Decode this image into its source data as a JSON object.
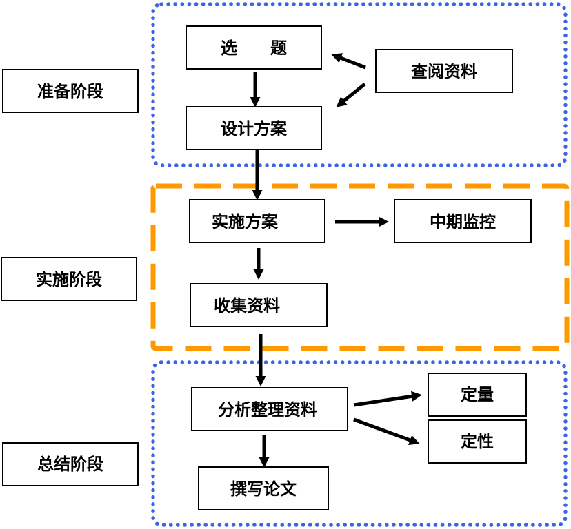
{
  "colors": {
    "prep_frame": "#3b64e6",
    "impl_frame": "#ff9900",
    "summary_frame": "#3b64e6",
    "box_border": "#000000",
    "text": "#000000",
    "arrow": "#000000"
  },
  "stages": {
    "prep": "准备阶段",
    "impl": "实施阶段",
    "summary": "总结阶段"
  },
  "steps": {
    "topic": "选　　题",
    "review": "查阅资料",
    "design": "设计方案",
    "implement": "实施方案",
    "monitor": "中期监控",
    "collect": "收集资料",
    "analyze": "分析整理资料",
    "quantitative": "定量",
    "qualitative": "定性",
    "write": "撰写论文"
  }
}
